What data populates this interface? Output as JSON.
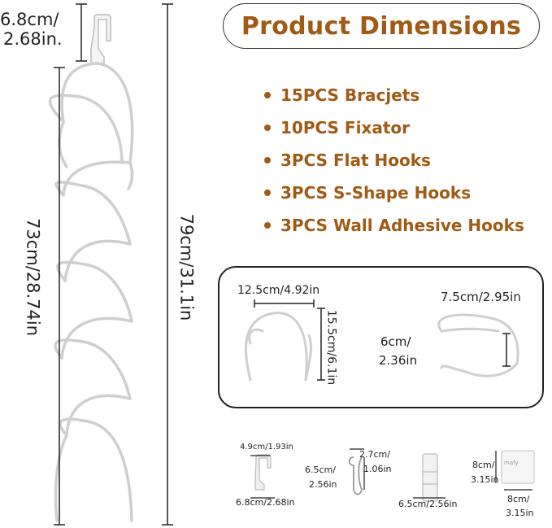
{
  "title": "Product Dimensions",
  "bullets": [
    "15PCS Bracjets",
    "10PCS Fixator",
    "3PCS Flat Hooks",
    "3PCS S-Shape Hooks",
    "3PCS Wall Adhesive Hooks"
  ],
  "main_hanger": {
    "top_dim_line1": "6.8cm/",
    "top_dim_line2": "2.68in.",
    "chain_length": "73cm/28.74in",
    "total_length": "79cm/31.1in"
  },
  "bracket_box": {
    "bracket_width": "12.5cm/4.92in",
    "bracket_height": "15.5cm/6.1in",
    "flat_width": "7.5cm/2.95in",
    "flat_height_line1": "6cm/",
    "flat_height_line2": "2.36in"
  },
  "accessories": {
    "door_hook_top": "4.9cm/1.93in",
    "door_hook_bottom": "6.8cm/2.68in",
    "s_hook_width_line1": "2.7cm/",
    "s_hook_width_line2": "1.06in",
    "s_hook_height_line1": "6.5cm/",
    "s_hook_height_line2": "2.56in",
    "fixator_length": "6.5cm/2.56in",
    "adhesive_height_line1": "8cm/",
    "adhesive_height_line2": "3.15in",
    "adhesive_width_line1": "8cm/",
    "adhesive_width_line2": "3.15in",
    "adhesive_logo": "mafy"
  },
  "colors": {
    "accent": "#a05a14",
    "line": "#222222",
    "wire": "#d0d0d0"
  }
}
